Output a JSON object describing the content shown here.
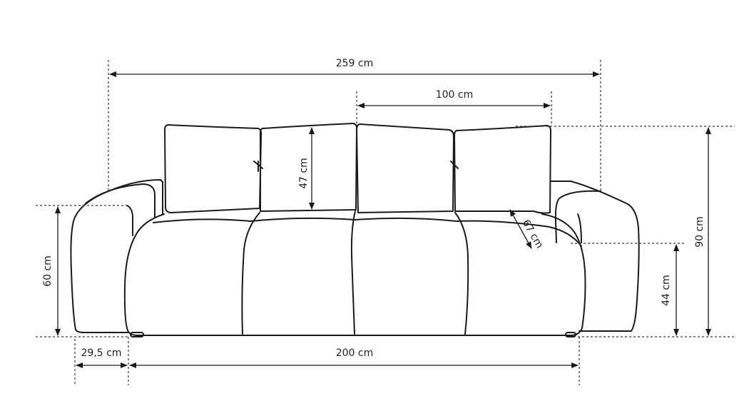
{
  "dimensions": {
    "total_width": "259 cm",
    "cushion_width": "100 cm",
    "cushion_height": "47 cm",
    "seat_depth": "67 cm",
    "arm_height": "60 cm",
    "total_height": "90 cm",
    "seat_height": "44 cm",
    "arm_width": "29,5 cm",
    "seat_width": "200 cm"
  }
}
